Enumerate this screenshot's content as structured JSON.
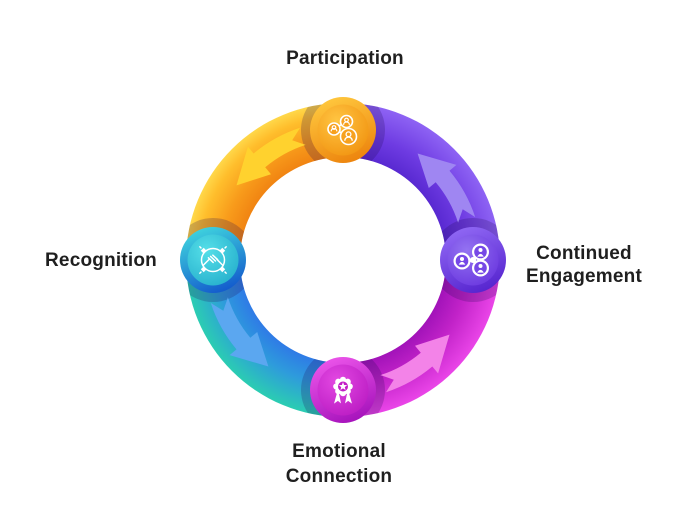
{
  "cycle": {
    "direction": "counterclockwise",
    "background": "#FFFFFF",
    "text_color": "#1F1F1F",
    "stages": [
      {
        "label": "Participation",
        "position": "top",
        "node_color": "#F89B16",
        "icon": "connected-users-icon"
      },
      {
        "label": "Continued Engagement",
        "position": "right",
        "node_color": "#6F3EE2",
        "icon": "shared-users-icon"
      },
      {
        "label": "Emotional Connection",
        "position": "bottom",
        "node_color": "#C621CA",
        "icon": "award-badge-icon"
      },
      {
        "label": "Recognition",
        "position": "left",
        "node_color": "#1E90D8",
        "icon": "handshake-icon"
      }
    ],
    "arc_colors": {
      "top_left": "#F89B1B",
      "top_right": "#6E3BE2",
      "bottom_right": "#C122C8",
      "bottom_left": "#2E9BDC"
    },
    "arrow_colors": {
      "top_left": "#FFD22E",
      "top_right": "#9F86F2",
      "bottom_right": "#F383E8",
      "bottom_left": "#5BA7F0"
    }
  }
}
